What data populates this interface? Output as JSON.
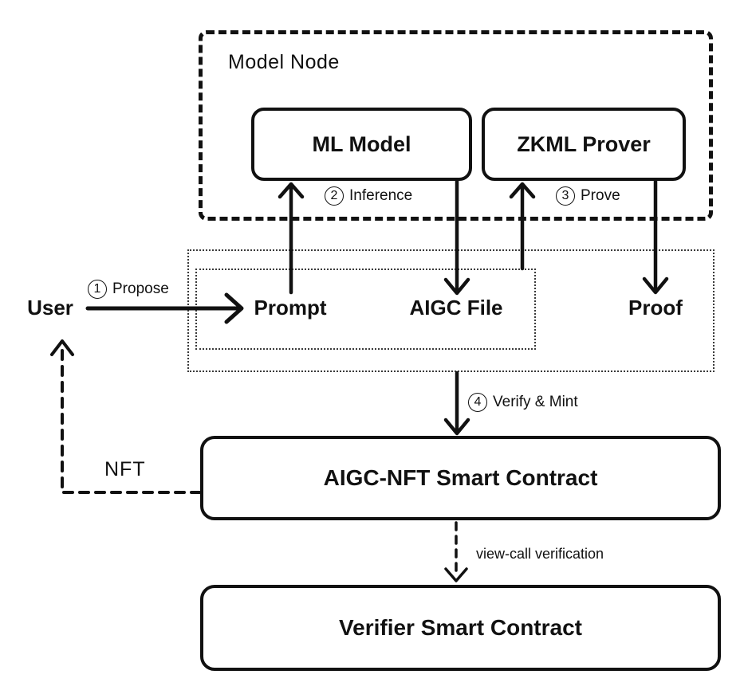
{
  "model_node": {
    "title": "Model Node",
    "ml_model": "ML Model",
    "zkml_prover": "ZKML Prover"
  },
  "user_label": "User",
  "artifacts": {
    "prompt": "Prompt",
    "aigc_file": "AIGC File",
    "proof": "Proof"
  },
  "steps": [
    {
      "num": "1",
      "label": "Propose"
    },
    {
      "num": "2",
      "label": "Inference"
    },
    {
      "num": "3",
      "label": "Prove"
    },
    {
      "num": "4",
      "label": "Verify & Mint"
    }
  ],
  "contracts": {
    "aigc_nft": "AIGC-NFT Smart Contract",
    "verifier": "Verifier Smart Contract"
  },
  "edge_labels": {
    "nft": "NFT",
    "view_call": "view-call verification"
  },
  "colors": {
    "ink": "#111111",
    "background": "#ffffff"
  }
}
